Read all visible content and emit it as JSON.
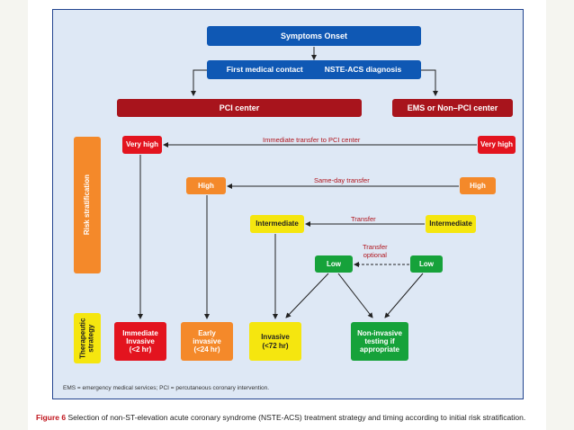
{
  "diagram": {
    "top": {
      "symptoms_onset": "Symptoms Onset",
      "first_contact": "First medical contact",
      "diagnosis": "NSTE-ACS diagnosis",
      "pci_center": "PCI center",
      "ems_center": "EMS or Non–PCI center"
    },
    "side_labels": {
      "risk": "Risk stratification",
      "therapeutic_line1": "Therapeutic",
      "therapeutic_line2": "strategy"
    },
    "risk_left": {
      "very_high": "Very high",
      "high": "High",
      "intermediate": "Intermediate",
      "low": "Low"
    },
    "risk_right": {
      "very_high": "Very high",
      "high": "High",
      "intermediate": "Intermediate",
      "low": "Low"
    },
    "transfers": {
      "immediate": "Immediate transfer to PCI center",
      "same_day": "Same-day transfer",
      "transfer": "Transfer",
      "optional_line1": "Transfer",
      "optional_line2": "optional"
    },
    "strategies": {
      "immediate": [
        "Immediate",
        "Invasive",
        "(<2 hr)"
      ],
      "early": [
        "Early",
        "invasive",
        "(<24 hr)"
      ],
      "invasive": [
        "Invasive",
        "(<72 hr)"
      ],
      "noninvasive": [
        "Non-invasive",
        "testing if",
        "appropriate"
      ]
    },
    "footnote": "EMS = emergency medical services; PCI = percutaneous coronary intervention."
  },
  "caption": {
    "label": "Figure 6",
    "text": "Selection of non-ST-elevation acute coronary syndrome (NSTE-ACS) treatment strategy and timing according to initial risk stratification."
  },
  "colors": {
    "panel_bg": "#dee8f5",
    "blue": "#0f58b4",
    "dark_red": "#a8141c",
    "red": "#e3141f",
    "orange": "#f4892a",
    "yellow": "#f5e60f",
    "green": "#16a23a",
    "arrow_label": "#b0141c"
  }
}
